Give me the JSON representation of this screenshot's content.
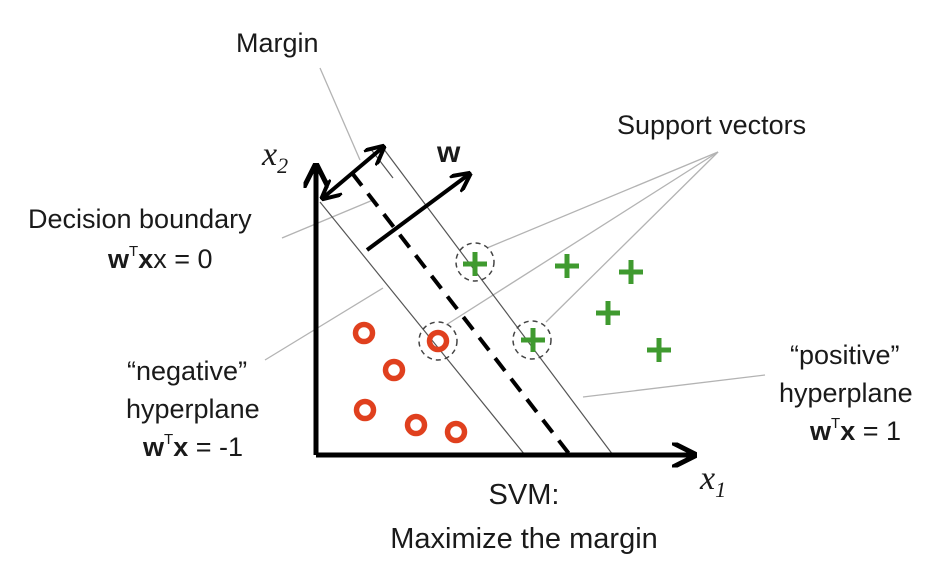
{
  "labels": {
    "margin": "Margin",
    "w_vector": "w",
    "support_vectors": "Support vectors",
    "decision_boundary": "Decision boundary",
    "decision_eq_bold": "w",
    "decision_eq_sup": "T",
    "decision_eq_rest": "x = 0",
    "negative_quoted": "“negative”",
    "negative_hyperplane": "hyperplane",
    "negative_eq_bold": "w",
    "negative_eq_sup": "T",
    "negative_eq_x": "x",
    "negative_eq_rest": " = -1",
    "positive_quoted": "“positive”",
    "positive_hyperplane": "hyperplane",
    "positive_eq_bold": "w",
    "positive_eq_sup": "T",
    "positive_eq_x": "x",
    "positive_eq_rest": " = 1",
    "x1_base": "x",
    "x1_sub": "1",
    "x2_base": "x",
    "x2_sub": "2",
    "caption_line1": "SVM:",
    "caption_line2": "Maximize the margin"
  },
  "colors": {
    "negative_class": "#e0401e",
    "positive_class": "#3f9a2f",
    "axes": "#000000"
  },
  "icons": {
    "negative_marker": "circle",
    "positive_marker": "plus"
  }
}
